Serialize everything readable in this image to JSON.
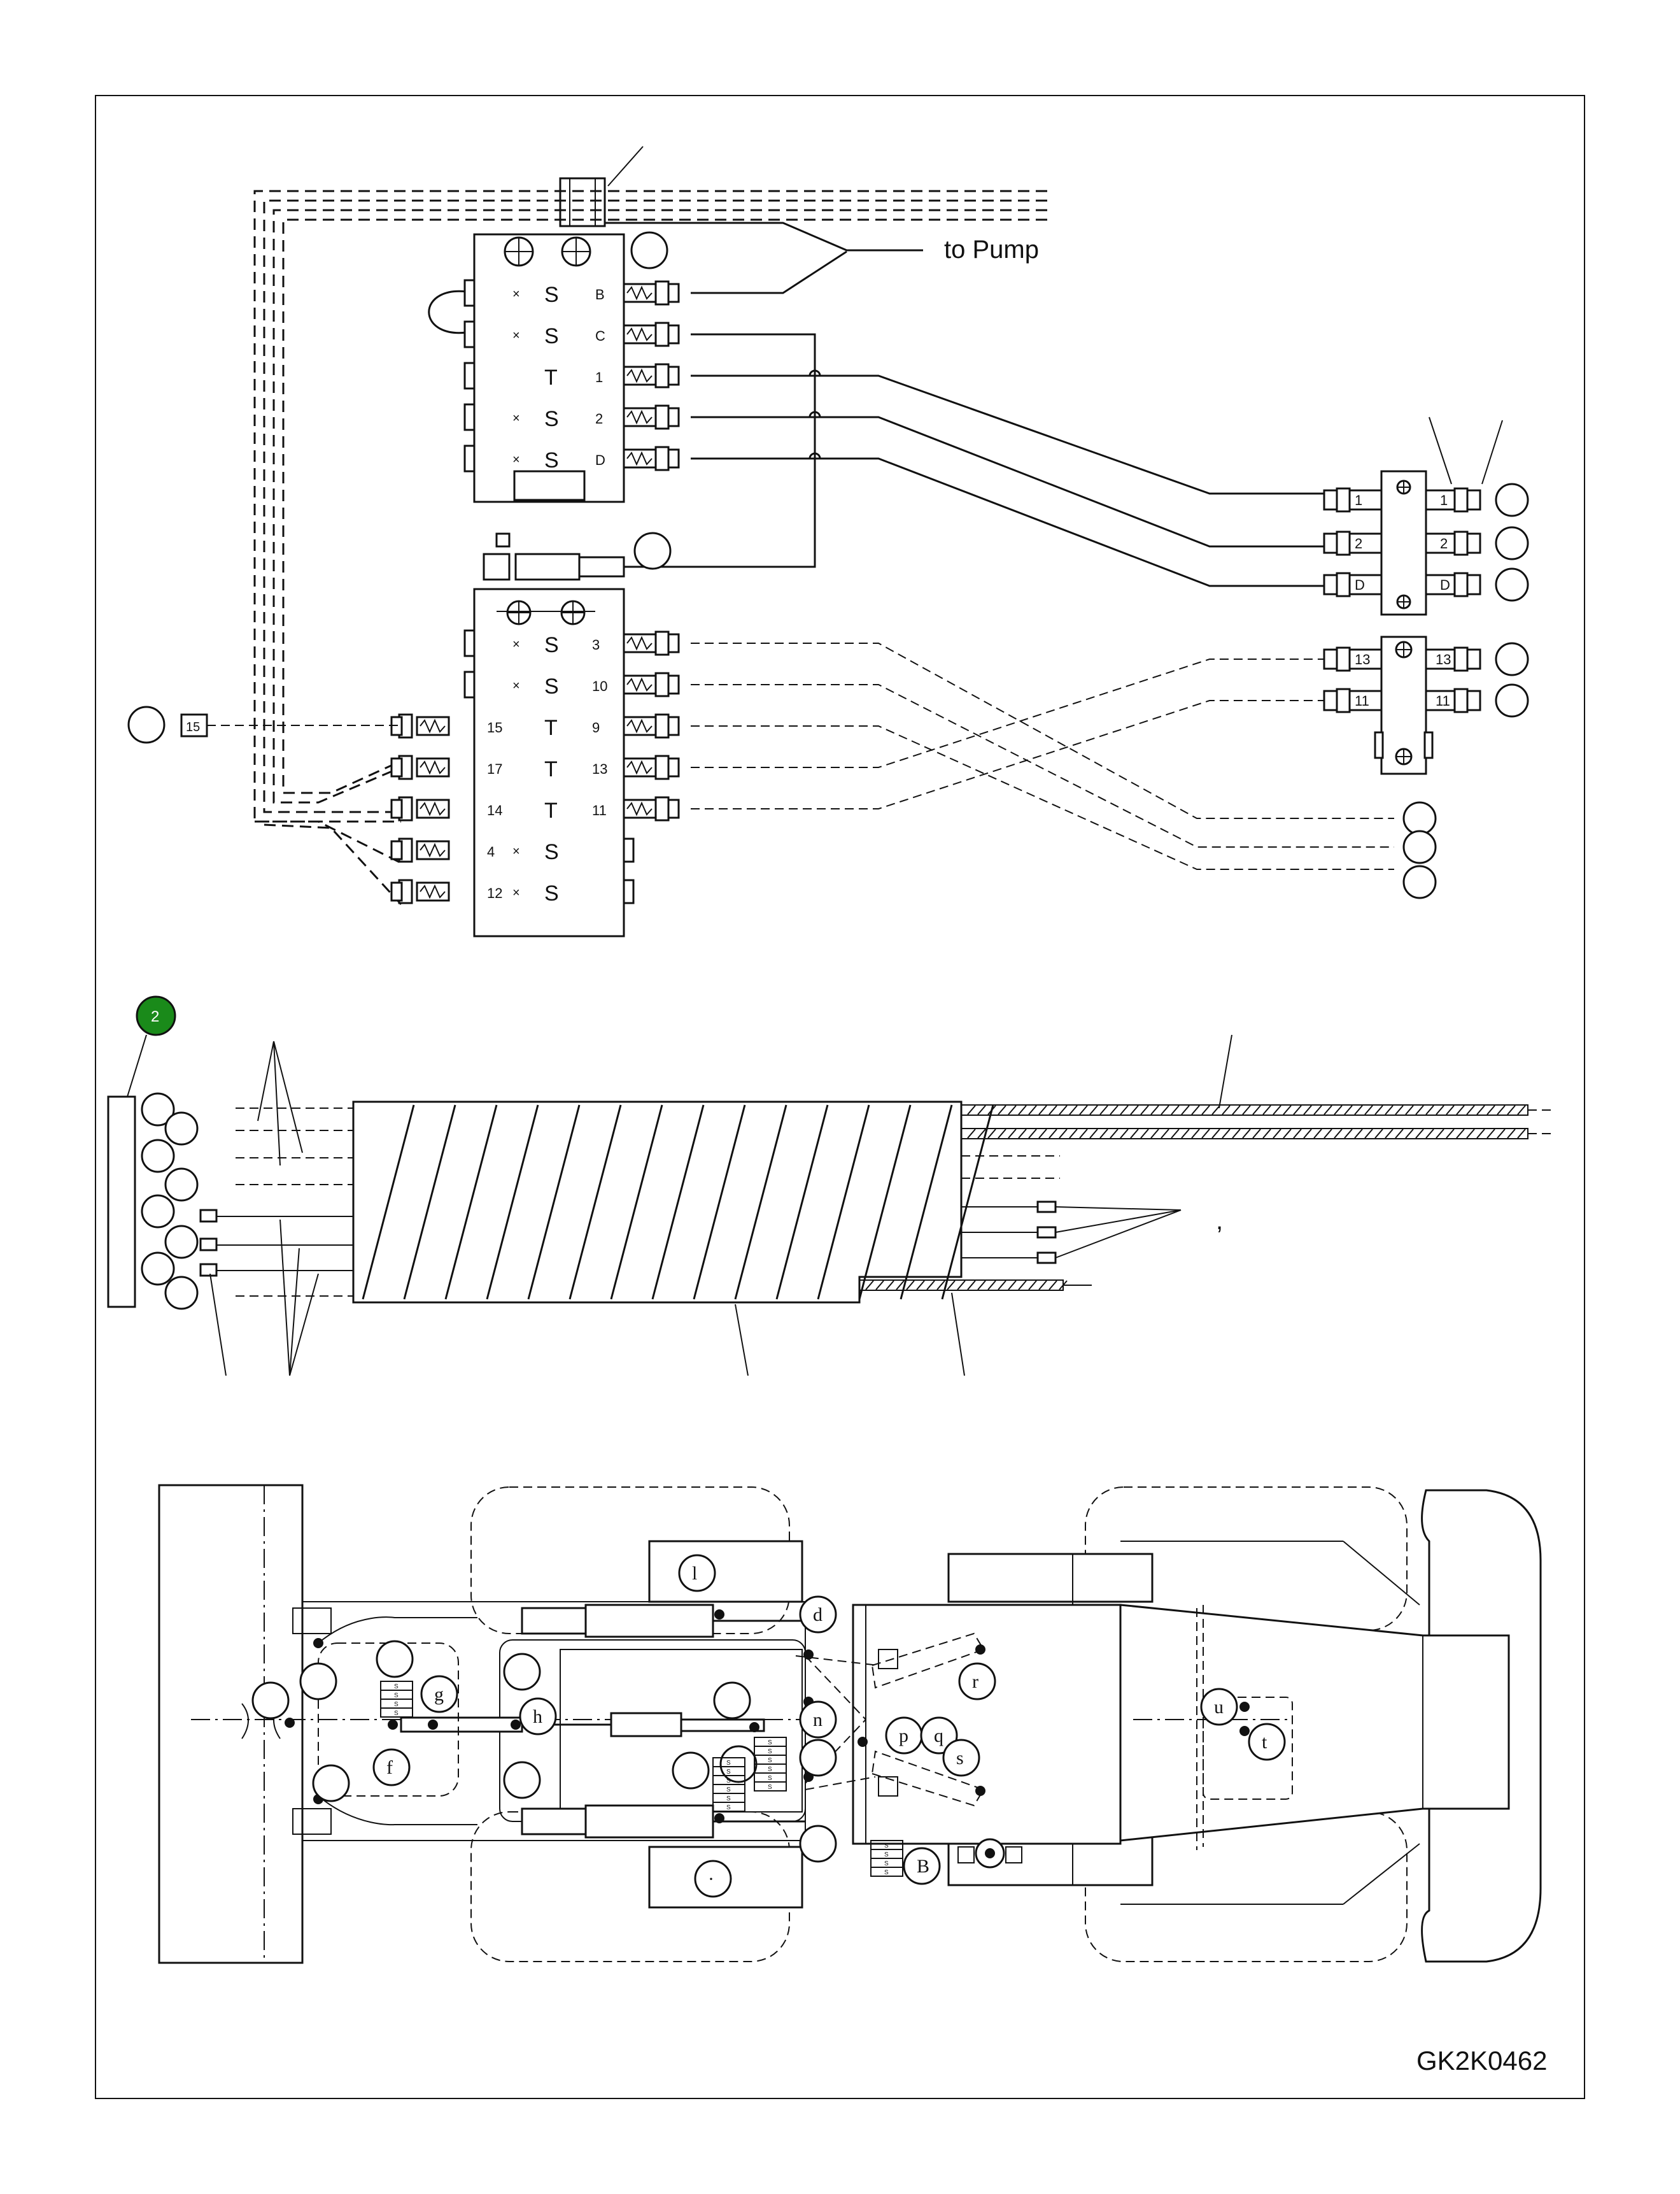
{
  "labels": {
    "to_pump": "to Pump",
    "drawing_id": "GK2K0462",
    "callout_green": "2",
    "comma_mark": ","
  },
  "colors": {
    "callout_green": "#1a8a1a",
    "line": "#111111"
  },
  "upper_valve": {
    "rows": [
      {
        "type": "S",
        "port": "B"
      },
      {
        "type": "S",
        "port": "C"
      },
      {
        "type": "T",
        "port": "1"
      },
      {
        "type": "S",
        "port": "2"
      },
      {
        "type": "S",
        "port": "D"
      }
    ]
  },
  "lower_valve": {
    "right_rows": [
      {
        "type": "S",
        "port": "3"
      },
      {
        "type": "S",
        "port": "10"
      },
      {
        "type": "T",
        "port": "9"
      },
      {
        "type": "T",
        "port": "13"
      },
      {
        "type": "T",
        "port": "11"
      },
      {
        "type": "S",
        "port": ""
      },
      {
        "type": "S",
        "port": ""
      }
    ],
    "left_ports": [
      "15",
      "17",
      "14",
      "4",
      "12"
    ],
    "remote_fitting": "15"
  },
  "junction_top": {
    "left": [
      "1",
      "2",
      "D"
    ],
    "right": [
      "1",
      "2",
      "D"
    ]
  },
  "junction_bottom": {
    "left": [
      "13",
      "11"
    ],
    "right": [
      "13",
      "11"
    ]
  },
  "chassis": {
    "callouts": [
      "l",
      "d",
      "g",
      "h",
      "f",
      "n",
      "p",
      "q",
      "r",
      "s",
      "B",
      "u",
      "t",
      "·"
    ],
    "block_label_left": [
      "S",
      "S",
      "S",
      "S"
    ],
    "block_label_mid_a": [
      "S",
      "S",
      "S",
      "S",
      "S",
      "S"
    ],
    "block_label_mid_b": [
      "S",
      "S",
      "S",
      "S",
      "S",
      "S"
    ],
    "block_label_b": [
      "S",
      "S",
      "S",
      "S"
    ]
  }
}
